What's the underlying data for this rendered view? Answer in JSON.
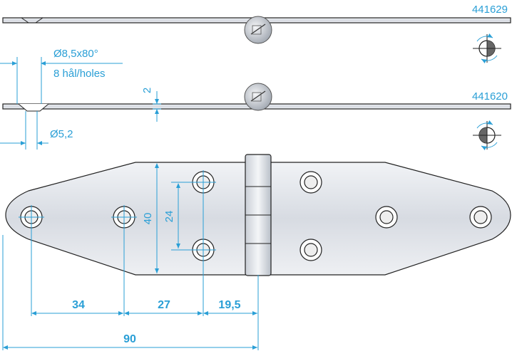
{
  "drawing": {
    "codes": {
      "top": "441629",
      "middle": "441620"
    },
    "hole_spec": {
      "line1": "Ø8,5x80°",
      "line2": "8 hål/holes"
    },
    "thickness": "2",
    "hole_small": "Ø5,2",
    "dims": {
      "height": "40",
      "hole_spacing": "24",
      "d1": "34",
      "d2": "27",
      "d3": "19,5",
      "total": "90"
    },
    "colors": {
      "dimension": "#2a9fd6",
      "steel": "#d9dde3",
      "outline": "#222222"
    },
    "icons": [
      "rotation-left-icon",
      "rotation-right-icon"
    ]
  }
}
